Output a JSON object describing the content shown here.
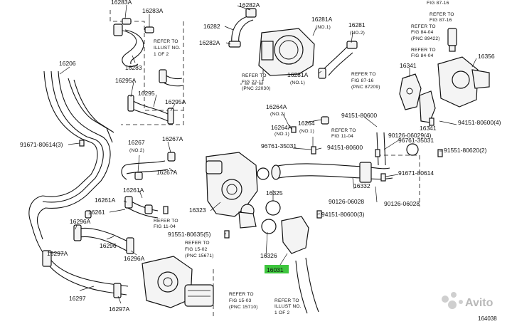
{
  "diagram": {
    "figure_code": "164038",
    "highlighted_part": "16031",
    "highlight_color": "#3ec63e",
    "watermark": {
      "brand": "Avito",
      "logo": "avito-logo"
    },
    "part_labels": [
      {
        "id": "p16283A_top",
        "text": "16283A"
      },
      {
        "id": "p16283A_b",
        "text": "16283A"
      },
      {
        "id": "p16283",
        "text": "16283"
      },
      {
        "id": "p16282A_top",
        "text": "16282A"
      },
      {
        "id": "p16282",
        "text": "16282"
      },
      {
        "id": "p16282A",
        "text": "16282A"
      },
      {
        "id": "p16281A_top",
        "text": "16281A"
      },
      {
        "id": "p16281A_no1a",
        "text": "(NO.1)"
      },
      {
        "id": "p16281_top",
        "text": "16281"
      },
      {
        "id": "p16281_no2",
        "text": "(NO.2)"
      },
      {
        "id": "p16281A_mid",
        "text": "16281A"
      },
      {
        "id": "p16281A_no1b",
        "text": "(NO.1)"
      },
      {
        "id": "p16206",
        "text": "16206"
      },
      {
        "id": "p16295A_a",
        "text": "16295A"
      },
      {
        "id": "p16295",
        "text": "16295"
      },
      {
        "id": "p16295A_b",
        "text": "16295A"
      },
      {
        "id": "p16264A_a",
        "text": "16264A"
      },
      {
        "id": "p16264A_no2",
        "text": "(NO.2)"
      },
      {
        "id": "p16264",
        "text": "16264"
      },
      {
        "id": "p16264_no1",
        "text": "(NO.1)"
      },
      {
        "id": "p16264A_b",
        "text": "16264A"
      },
      {
        "id": "p16264A_no1",
        "text": "(NO.1)"
      },
      {
        "id": "p91671_80614_a",
        "text": "91671-80614(3)"
      },
      {
        "id": "p16267",
        "text": "16267"
      },
      {
        "id": "p16267_no2",
        "text": "(NO.2)"
      },
      {
        "id": "p16267A_a",
        "text": "16267A"
      },
      {
        "id": "p16267A_b",
        "text": "16267A"
      },
      {
        "id": "p96761_35031_a",
        "text": "96761-35031"
      },
      {
        "id": "p94151_80600_a",
        "text": "94151-80600"
      },
      {
        "id": "p94151_80600_b",
        "text": "94151-80600"
      },
      {
        "id": "p94151_80600_c",
        "text": "94151-80600(4)"
      },
      {
        "id": "p94151_80600_d",
        "text": "94151-80600(3)"
      },
      {
        "id": "p90126_06029",
        "text": "90126-06029(4)"
      },
      {
        "id": "p91551_80620",
        "text": "91551-80620(2)"
      },
      {
        "id": "p91671_80614_b",
        "text": "91671-80614"
      },
      {
        "id": "p96761_35031_b",
        "text": "96761-35031"
      },
      {
        "id": "p90126_06028_a",
        "text": "90126-06028"
      },
      {
        "id": "p90126_06028_b",
        "text": "90126-06028"
      },
      {
        "id": "p16332",
        "text": "16332"
      },
      {
        "id": "p16325",
        "text": "16325"
      },
      {
        "id": "p16341_a",
        "text": "16341"
      },
      {
        "id": "p16341_b",
        "text": "16341"
      },
      {
        "id": "p16356",
        "text": "16356"
      },
      {
        "id": "p16261A_a",
        "text": "16261A"
      },
      {
        "id": "p16261A_b",
        "text": "16261A"
      },
      {
        "id": "p16261",
        "text": "16261"
      },
      {
        "id": "p16323",
        "text": "16323"
      },
      {
        "id": "p91551_80635",
        "text": "91551-80635(5)"
      },
      {
        "id": "p16296A_a",
        "text": "16296A"
      },
      {
        "id": "p16296",
        "text": "16296"
      },
      {
        "id": "p16296A_b",
        "text": "16296A"
      },
      {
        "id": "p16297A_a",
        "text": "16297A"
      },
      {
        "id": "p16297",
        "text": "16297"
      },
      {
        "id": "p16297A_b",
        "text": "16297A"
      },
      {
        "id": "p16326",
        "text": "16326"
      },
      {
        "id": "p16031",
        "text": "16031"
      }
    ],
    "references": [
      {
        "id": "ref_fig87_16_top",
        "lines": [
          "FIG 87-16"
        ]
      },
      {
        "id": "ref_illust_top",
        "lines": [
          "REFER TO",
          "ILLUST NO.",
          "1 OF 2"
        ]
      },
      {
        "id": "ref_fig22_11",
        "lines": [
          "REFER TO",
          "FIG 22-11",
          "(PNC 22030)"
        ]
      },
      {
        "id": "ref_fig87_16_pnc",
        "lines": [
          "REFER TO",
          "FIG 87-16",
          "(PNC 87209)"
        ]
      },
      {
        "id": "ref_fig84_04_a",
        "lines": [
          "REFER TO",
          "FIG 87-16",
          "REFER TO",
          "FIG 84-04",
          "(PNC 89422)",
          "REFER TO",
          "FIG 84-04"
        ]
      },
      {
        "id": "ref_fig11_04_right",
        "lines": [
          "REFER TO",
          "FIG 11-04"
        ]
      },
      {
        "id": "ref_fig11_04_left",
        "lines": [
          "REFER TO",
          "FIG 11-04"
        ]
      },
      {
        "id": "ref_fig15_02",
        "lines": [
          "REFER TO",
          "FIG 15-02",
          "(PNC 15671)"
        ]
      },
      {
        "id": "ref_fig15_03",
        "lines": [
          "REFER TO",
          "FIG 15-03",
          "(PNC 15710)"
        ]
      },
      {
        "id": "ref_illust_bottom",
        "lines": [
          "REFER TO",
          "ILLUST NO.",
          "1 OF 2"
        ]
      }
    ]
  }
}
